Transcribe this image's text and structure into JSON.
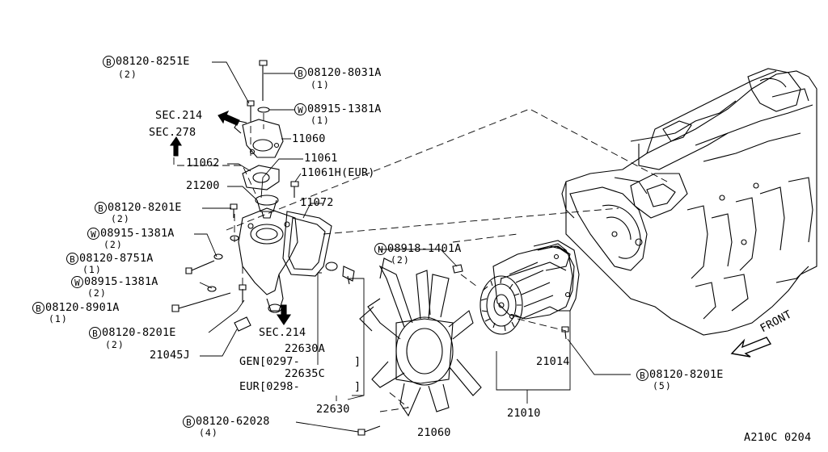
{
  "markers": {
    "B": "B",
    "W": "W",
    "N": "N"
  },
  "callouts": [
    {
      "id": "c1",
      "marker": "B",
      "part": "08120-8251E",
      "qty": "(2)"
    },
    {
      "id": "c2",
      "marker": "B",
      "part": "08120-8031A",
      "qty": "(1)"
    },
    {
      "id": "c3",
      "marker": "W",
      "part": "08915-1381A",
      "qty": "(1)"
    },
    {
      "id": "c4",
      "marker": "B",
      "part": "08120-8201E",
      "qty": "(2)"
    },
    {
      "id": "c5",
      "marker": "W",
      "part": "08915-1381A",
      "qty": "(2)"
    },
    {
      "id": "c6",
      "marker": "B",
      "part": "08120-8751A",
      "qty": "(1)"
    },
    {
      "id": "c7",
      "marker": "W",
      "part": "08915-1381A",
      "qty": "(2)"
    },
    {
      "id": "c8",
      "marker": "B",
      "part": "08120-8901A",
      "qty": "(1)"
    },
    {
      "id": "c9",
      "marker": "B",
      "part": "08120-8201E",
      "qty": "(2)"
    },
    {
      "id": "c10",
      "marker": "N",
      "part": "08918-1401A",
      "qty": "(2)"
    },
    {
      "id": "c11",
      "marker": "B",
      "part": "08120-8201E",
      "qty": "(5)"
    },
    {
      "id": "c12",
      "marker": "B",
      "part": "08120-62028",
      "qty": "(4)"
    }
  ],
  "labels": {
    "sec214_top": "SEC.214",
    "sec278": "SEC.278",
    "sec214_bottom": "SEC.214",
    "p11060": "11060",
    "p11062": "11062",
    "p11061": "11061",
    "p11061h": "11061H(EUR)",
    "p21200": "21200",
    "p11072": "11072",
    "p21045j": "21045J",
    "p22630a": "22630A",
    "gen_range": "GEN[0297-",
    "gen_bracket": "]",
    "p22635c": "22635C",
    "eur_range": "EUR[0298-",
    "eur_bracket": "]",
    "p22630": "22630",
    "p21060": "21060",
    "p21010": "21010",
    "p21014": "21014",
    "front": "FRONT",
    "diagram_code": "A210C 0204"
  }
}
